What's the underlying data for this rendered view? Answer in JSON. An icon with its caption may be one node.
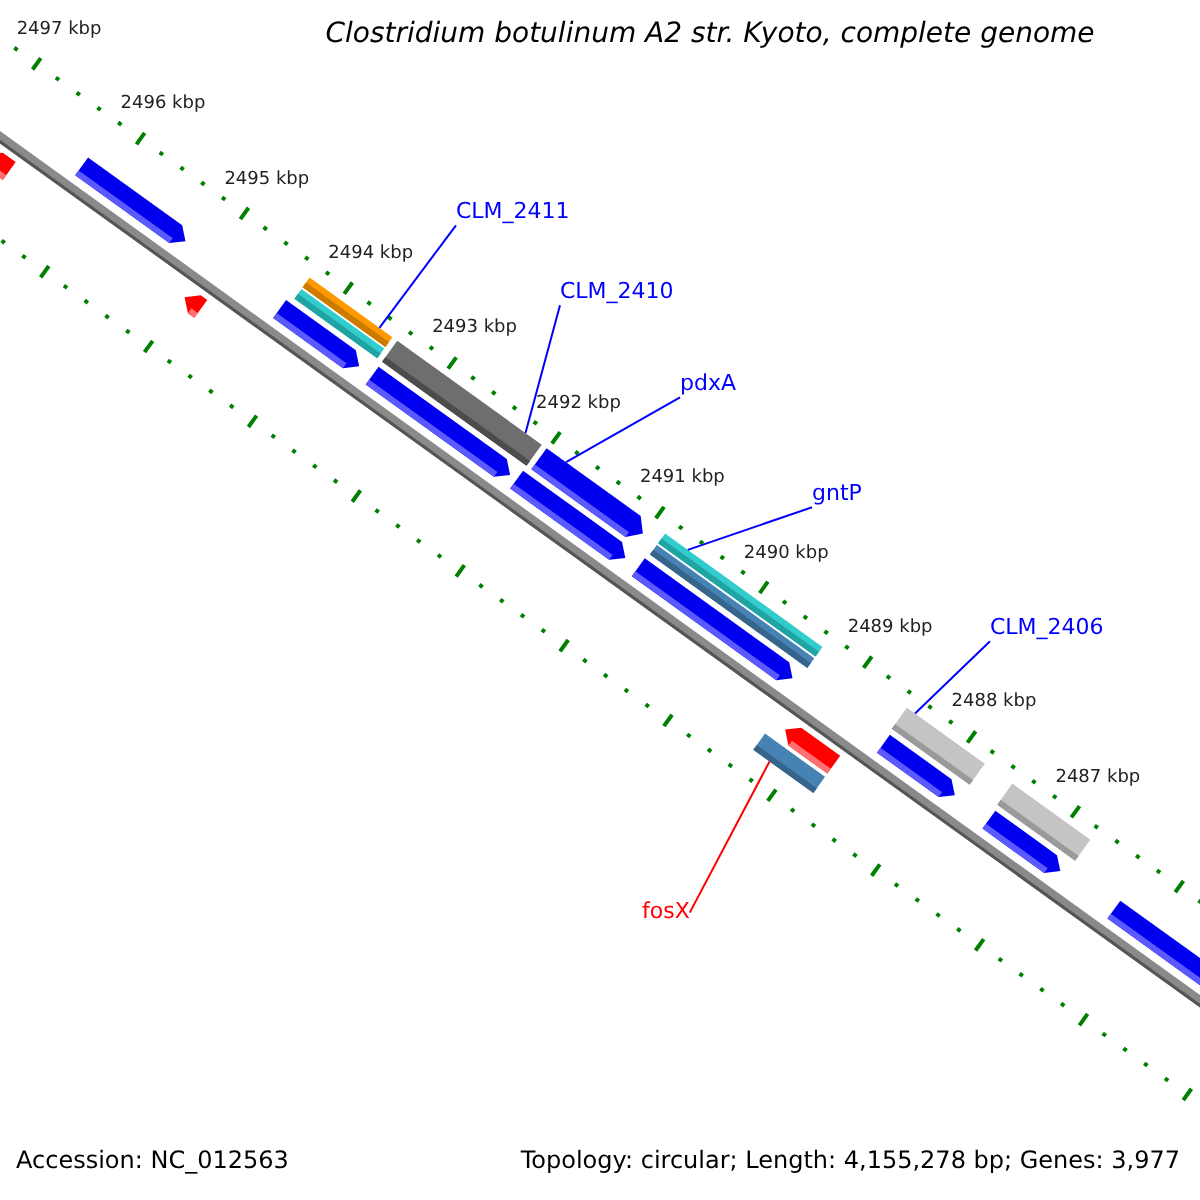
{
  "diagram": {
    "title": "Clostridium botulinum A2 str. Kyoto, complete genome",
    "nodes": [
      {
        "text": [
          "CLM_2411"
        ]
      },
      {
        "text": [],
        "shape": "bar"
      },
      {
        "text": [
          "CLM_2410"
        ]
      },
      {
        "text": [],
        "shape": "bar"
      },
      {
        "text": [
          "pdxA"
        ]
      },
      {
        "text": [],
        "shape": "pentagon"
      },
      {
        "text": [
          "gntP"
        ]
      },
      {
        "text": [],
        "shape": "bar"
      },
      {
        "text": [
          "CLM_2406"
        ]
      },
      {
        "text": [],
        "shape": "bar"
      },
      {
        "text": [
          "fosX"
        ]
      },
      {
        "text": [],
        "shape": "bar"
      },
      {
        "text": [],
        "shape": "pentagon"
      },
      {
        "text": [],
        "shape": "pentagon"
      },
      {
        "text": [],
        "shape": "pentagon"
      },
      {
        "text": [],
        "shape": "pentagon"
      },
      {
        "text": [],
        "shape": "bar"
      },
      {
        "text": [],
        "shape": "pentagon"
      },
      {
        "text": [],
        "shape": "pentagon"
      },
      {
        "text": [],
        "shape": "bar"
      },
      {
        "text": [],
        "shape": "pentagon"
      },
      {
        "text": [],
        "shape": "pentagon"
      },
      {
        "text": [],
        "shape": "bar"
      },
      {
        "text": [],
        "shape": "pentagon"
      },
      {
        "text": [],
        "shape": "pentagon"
      },
      {
        "text": [],
        "shape": "pentagon"
      }
    ],
    "edges": [
      {
        "from": 0,
        "to": 1,
        "arrow": "none"
      },
      {
        "from": 2,
        "to": 3,
        "arrow": "none"
      },
      {
        "from": 4,
        "to": 5,
        "arrow": "none"
      },
      {
        "from": 6,
        "to": 7,
        "arrow": "none"
      },
      {
        "from": 8,
        "to": 9,
        "arrow": "none"
      },
      {
        "from": 10,
        "to": 11,
        "arrow": "none",
        "color": "#ff0000"
      }
    ],
    "labels": [
      "2497 kbp",
      "2496 kbp",
      "2495 kbp",
      "2494 kbp",
      "2493 kbp",
      "2492 kbp",
      "2491 kbp",
      "2490 kbp",
      "2489 kbp",
      "2488 kbp",
      "2487 kbp",
      "Accession: NC_012563",
      "Topology: circular; Length: 4,155,278 bp; Genes: 3,977"
    ]
  }
}
